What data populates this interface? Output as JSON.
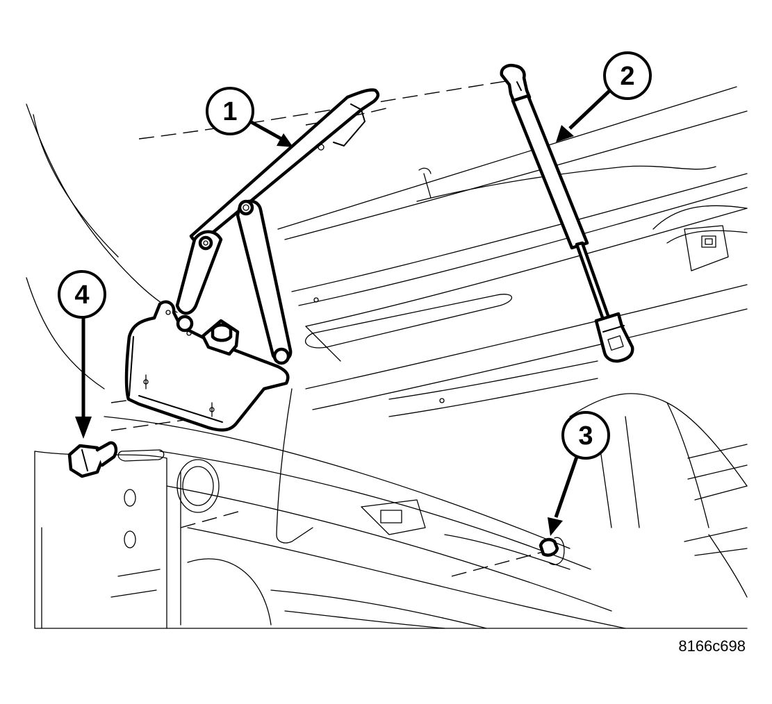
{
  "figure_id": "8166c698",
  "callouts": [
    {
      "number": "1"
    },
    {
      "number": "2"
    },
    {
      "number": "3"
    },
    {
      "number": "4"
    }
  ]
}
